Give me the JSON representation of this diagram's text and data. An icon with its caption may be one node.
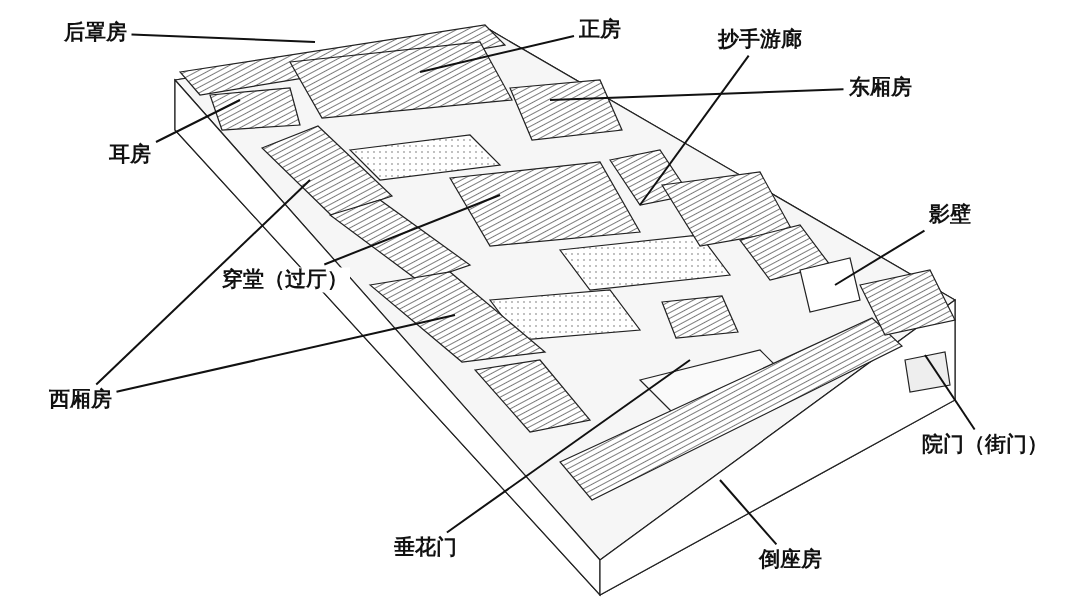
{
  "diagram": {
    "nodes": [
      {
        "text": [
          "后罩房"
        ]
      },
      {
        "text": [
          "正房"
        ]
      },
      {
        "text": [
          "抄手游廊"
        ]
      },
      {
        "text": [
          "东厢房"
        ]
      },
      {
        "text": [
          "耳房"
        ]
      },
      {
        "text": [
          "影壁"
        ]
      },
      {
        "text": [
          "穿堂（过厅）"
        ]
      },
      {
        "text": [
          "西厢房"
        ]
      },
      {
        "text": [
          "院门（街门）"
        ]
      },
      {
        "text": [
          "垂花门"
        ]
      },
      {
        "text": [
          "倒座房"
        ]
      }
    ],
    "edges": [
      {
        "from": 0,
        "to": null,
        "arrow": "none"
      },
      {
        "from": 1,
        "to": null,
        "arrow": "none"
      },
      {
        "from": 2,
        "to": null,
        "arrow": "none"
      },
      {
        "from": 3,
        "to": null,
        "arrow": "none"
      },
      {
        "from": 4,
        "to": null,
        "arrow": "none"
      },
      {
        "from": 5,
        "to": null,
        "arrow": "none"
      },
      {
        "from": 6,
        "to": null,
        "arrow": "none"
      },
      {
        "from": 7,
        "to": null,
        "arrow": "none"
      },
      {
        "from": 7,
        "to": null,
        "arrow": "none"
      },
      {
        "from": 8,
        "to": null,
        "arrow": "none"
      },
      {
        "from": 9,
        "to": null,
        "arrow": "none"
      },
      {
        "from": 10,
        "to": null,
        "arrow": "none"
      }
    ]
  }
}
